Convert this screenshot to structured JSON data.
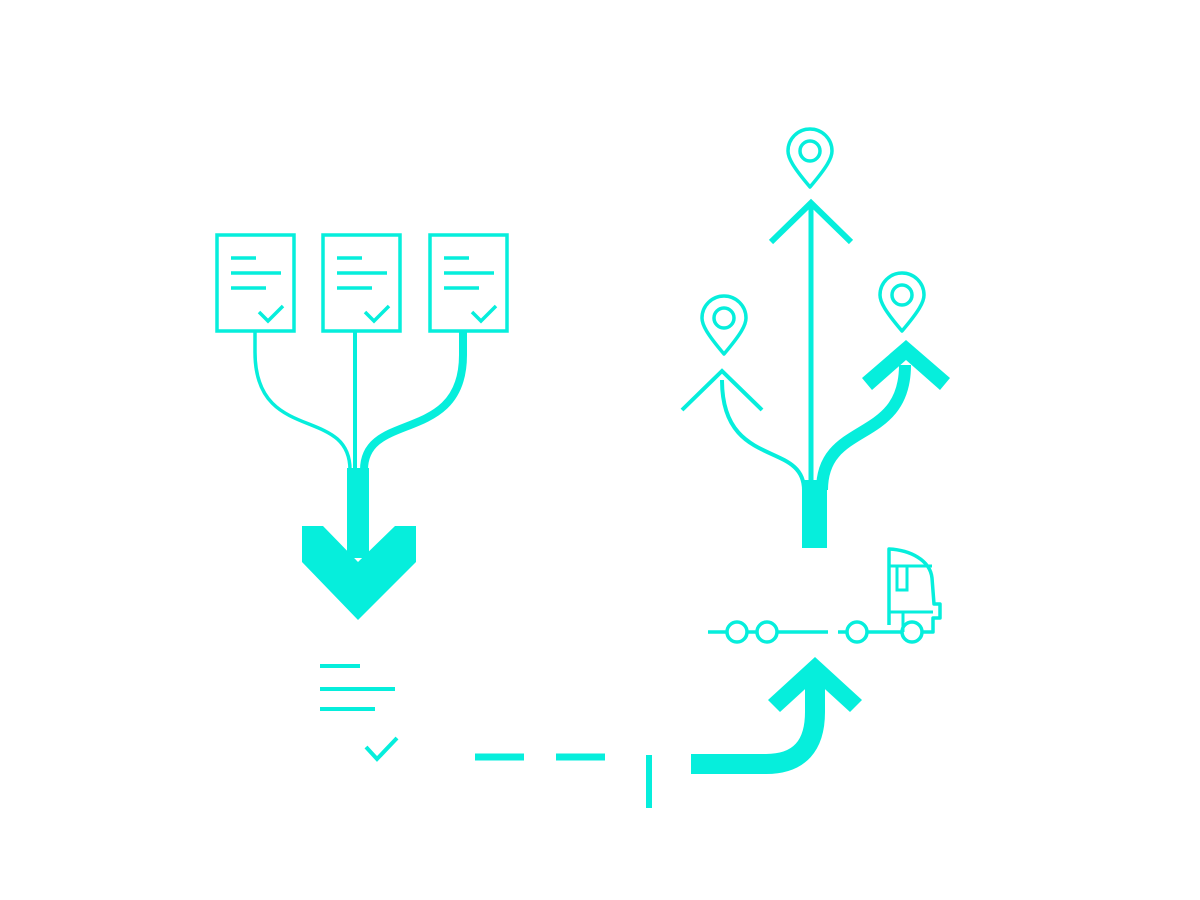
{
  "colors": {
    "background": "#ffffff",
    "accent": "#06eedc"
  },
  "icons": [
    "document-icon",
    "checkmark-icon",
    "merge-arrow-icon",
    "summary-document-icon",
    "dashed-path-icon",
    "curved-up-arrow-icon",
    "truck-icon",
    "trailer-axle-icon",
    "split-arrow-icon",
    "location-pin-icon"
  ],
  "documents": [
    {
      "name": "document-1",
      "checked": true
    },
    {
      "name": "document-2",
      "checked": true
    },
    {
      "name": "document-3",
      "checked": true
    }
  ],
  "destinations": [
    {
      "name": "destination-left"
    },
    {
      "name": "destination-center"
    },
    {
      "name": "destination-right"
    }
  ]
}
